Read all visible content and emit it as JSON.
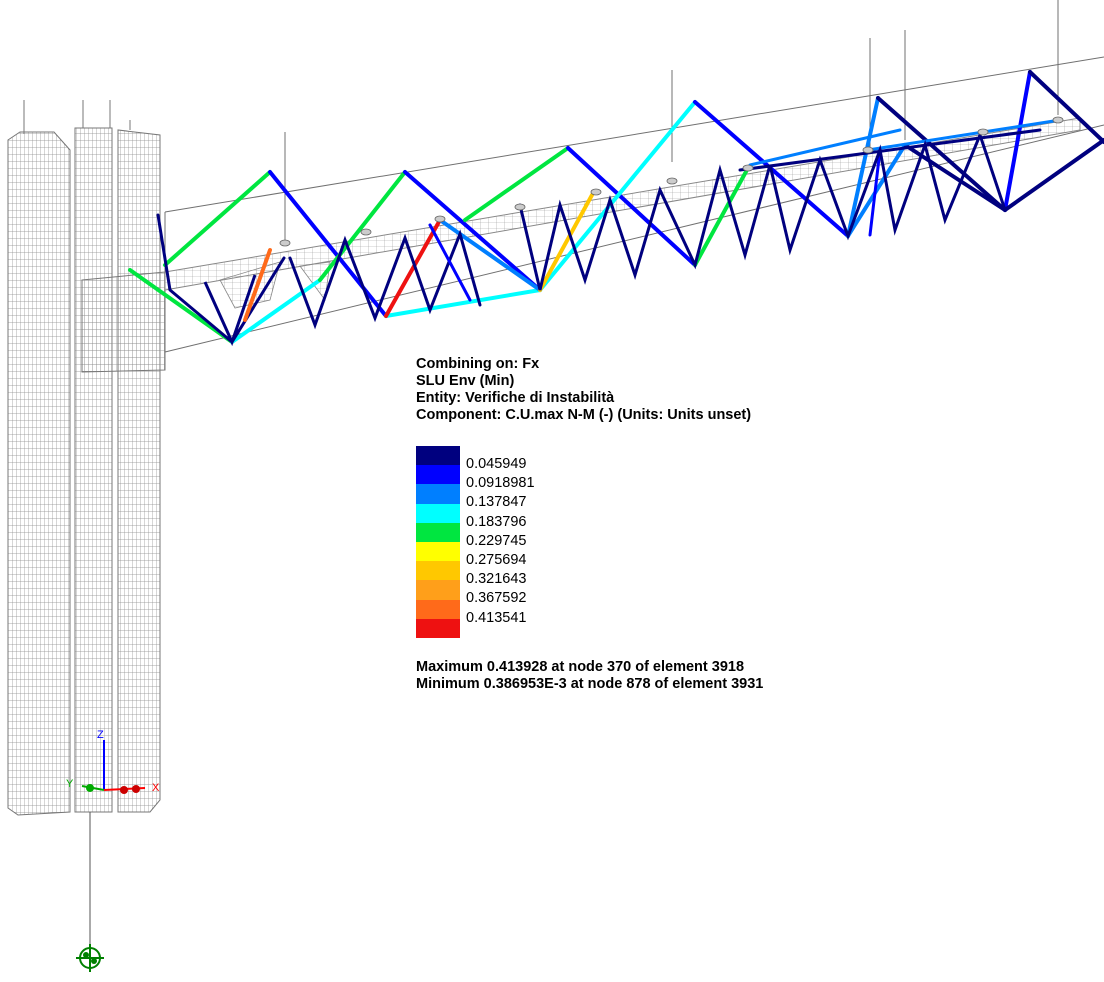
{
  "legend": {
    "combining": "Combining on: Fx",
    "loadcase": "SLU Env (Min)",
    "entity": "Entity: Verifiche di Instabilità",
    "component": "Component: C.U.max N-M (-) (Units: Units unset)",
    "bands": [
      {
        "value": "0.045949",
        "color": "#00007f"
      },
      {
        "value": "0.0918981",
        "color": "#0000ff"
      },
      {
        "value": "0.137847",
        "color": "#007fff"
      },
      {
        "value": "0.183796",
        "color": "#00ffff"
      },
      {
        "value": "0.229745",
        "color": "#00e640"
      },
      {
        "value": "0.275694",
        "color": "#ffff00"
      },
      {
        "value": "0.321643",
        "color": "#ffc800"
      },
      {
        "value": "0.367592",
        "color": "#ff9f1a"
      },
      {
        "value": "0.413541",
        "color": "#ff6a1a"
      },
      {
        "value": "",
        "color": "#ee1111"
      }
    ],
    "maximum": "Maximum 0.413928 at node 370 of element 3918",
    "minimum": "Minimum 0.386953E-3 at node 878 of element 3931"
  },
  "axes": {
    "x_label": "X",
    "y_label": "Y",
    "z_label": "Z",
    "x_color": "#ff0000",
    "y_color": "#00aa00",
    "z_color": "#0000ff"
  },
  "model": {
    "mesh_color": "#808080",
    "frame_color": "#707070",
    "support_color": "#008000"
  }
}
